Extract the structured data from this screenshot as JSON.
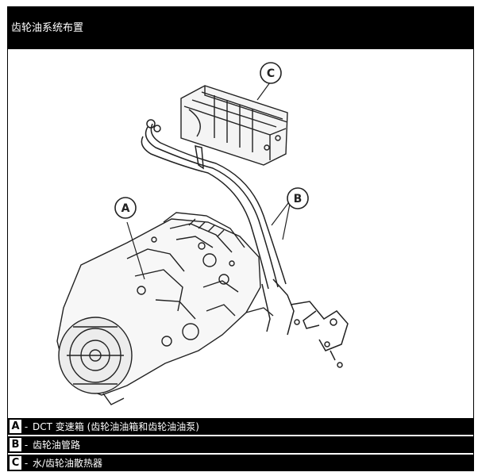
{
  "title": "齿轮油系统布置",
  "callouts": {
    "a": "A",
    "b": "B",
    "c": "C"
  },
  "legend": [
    {
      "key": "A",
      "text": "DCT 变速箱 (齿轮油油箱和齿轮油油泵)"
    },
    {
      "key": "B",
      "text": "齿轮油管路"
    },
    {
      "key": "C",
      "text": "水/齿轮油散热器"
    }
  ]
}
